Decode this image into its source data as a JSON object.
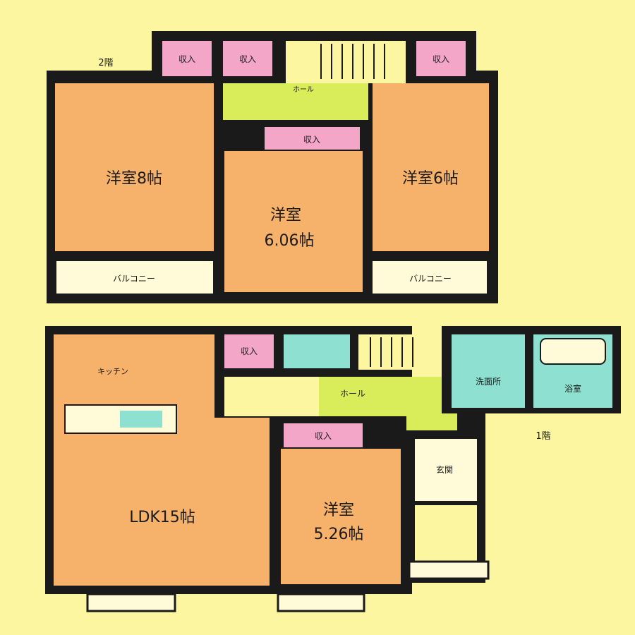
{
  "colors": {
    "background": "#fdf6a0",
    "room": "#f6b26b",
    "closet": "#f4a6c8",
    "hall": "#d9ec5a",
    "water": "#8ee0d0",
    "balcony": "#fffbd8",
    "wall": "#1a1a1a"
  },
  "floor2": {
    "floor_label": "2階",
    "rooms": {
      "west": {
        "name": "洋室",
        "size": "8帖"
      },
      "center": {
        "name": "洋室",
        "size": "6.06帖"
      },
      "east": {
        "name": "洋室",
        "size": "6帖"
      },
      "hall": "ホール",
      "balcony_west": "バルコニー",
      "balcony_east": "バルコニー"
    },
    "closets": [
      "収入",
      "収入",
      "収入",
      "収入"
    ]
  },
  "floor1": {
    "floor_label": "1階",
    "rooms": {
      "ldk": "LDK15帖",
      "western": {
        "name": "洋室",
        "size": "5.26帖"
      },
      "hall": "ホール",
      "washroom": "洗面所",
      "bath": "浴室",
      "entrance": "玄関",
      "kitchen": "キッチン"
    },
    "closets": [
      "収入",
      "収入"
    ]
  }
}
